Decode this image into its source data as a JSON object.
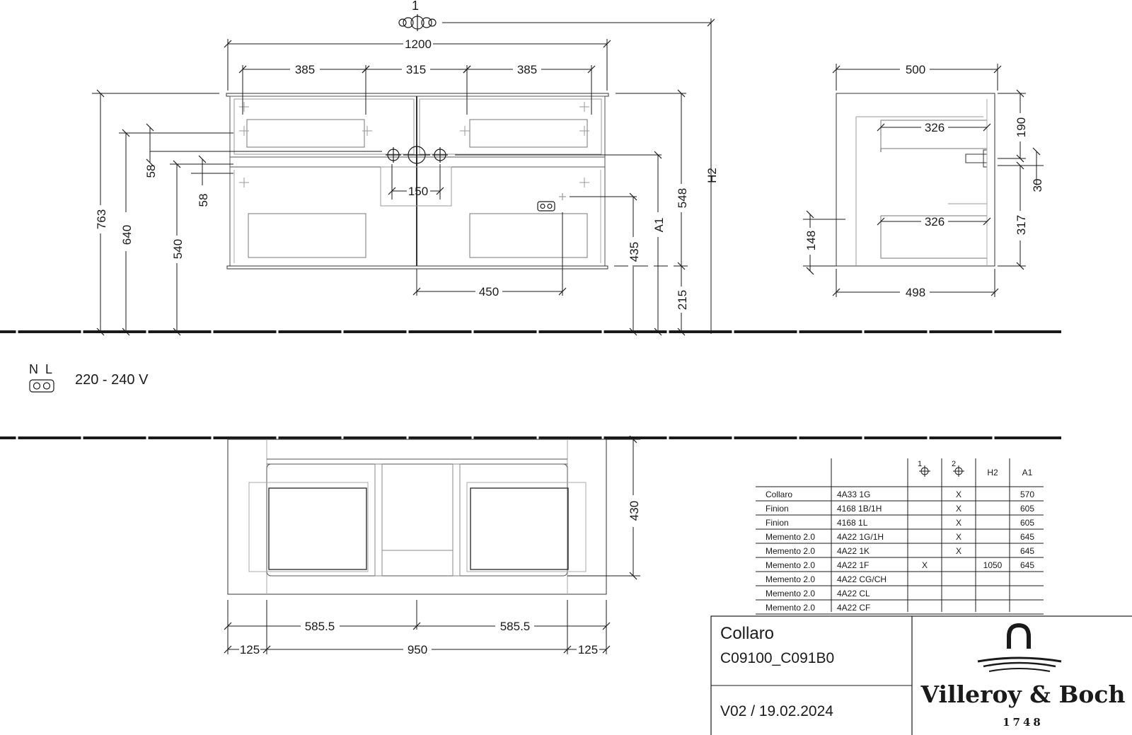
{
  "top_marker": "1",
  "front_view": {
    "width": "1200",
    "seg_left": "385",
    "seg_mid": "315",
    "seg_right": "385",
    "h_763": "763",
    "h_640": "640",
    "h_540": "540",
    "d_58a": "58",
    "d_58b": "58",
    "tap_spacing": "150",
    "d_435": "435",
    "d_450": "450",
    "a1": "A1",
    "h_548": "548",
    "h_215": "215",
    "h2": "H2"
  },
  "side_view": {
    "width_top": "500",
    "width_bottom": "498",
    "drawer_upper": "326",
    "drawer_lower": "326",
    "h_190": "190",
    "h_30": "30",
    "h_317": "317",
    "h_148": "148"
  },
  "socket": {
    "labels": "N  L",
    "voltage": "220 - 240 V"
  },
  "top_view": {
    "depth": "430",
    "half_left": "585.5",
    "half_right": "585.5",
    "side_left": "125",
    "center": "950",
    "side_right": "125"
  },
  "compat_table": {
    "header_col1": "1",
    "header_col2": "2",
    "header_h2": "H2",
    "header_a1": "A1",
    "rows": [
      {
        "series": "Collaro",
        "code": "4A33 1G",
        "c1": "",
        "c2": "X",
        "h2": "",
        "a1": "570"
      },
      {
        "series": "Finion",
        "code": "4168 1B/1H",
        "c1": "",
        "c2": "X",
        "h2": "",
        "a1": "605"
      },
      {
        "series": "Finion",
        "code": "4168 1L",
        "c1": "",
        "c2": "X",
        "h2": "",
        "a1": "605"
      },
      {
        "series": "Memento 2.0",
        "code": "4A22 1G/1H",
        "c1": "",
        "c2": "X",
        "h2": "",
        "a1": "645"
      },
      {
        "series": "Memento 2.0",
        "code": "4A22 1K",
        "c1": "",
        "c2": "X",
        "h2": "",
        "a1": "645"
      },
      {
        "series": "Memento 2.0",
        "code": "4A22 1F",
        "c1": "X",
        "c2": "",
        "h2": "1050",
        "a1": "645"
      },
      {
        "series": "Memento 2.0",
        "code": "4A22 CG/CH",
        "c1": "",
        "c2": "",
        "h2": "",
        "a1": ""
      },
      {
        "series": "Memento 2.0",
        "code": "4A22 CL",
        "c1": "",
        "c2": "",
        "h2": "",
        "a1": ""
      },
      {
        "series": "Memento 2.0",
        "code": "4A22 CF",
        "c1": "",
        "c2": "",
        "h2": "",
        "a1": ""
      }
    ]
  },
  "title_block": {
    "product": "Collaro",
    "article": "C09100_C091B0",
    "version": "V02 / 19.02.2024",
    "brand": "Villeroy & Boch",
    "year": "1748"
  }
}
